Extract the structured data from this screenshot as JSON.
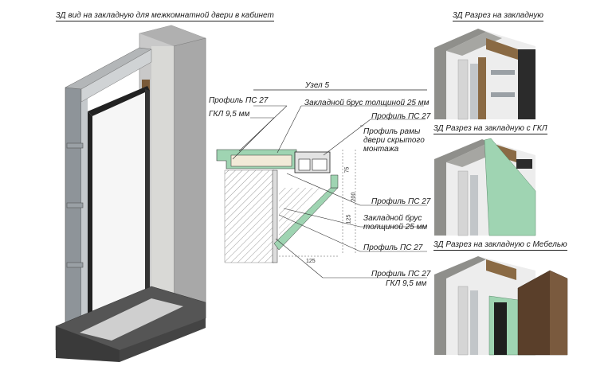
{
  "titles": {
    "view3d": "3Д вид на закладную для межкомнатной двери в кабинет",
    "node": "Узел 5",
    "section1": "3Д Разрез на закладную",
    "section2": "3Д Разрез на закладную с ГКЛ",
    "section3": "3Д Разрез на закладную с Мебелью"
  },
  "labels": {
    "profile_ps27_top": "Профиль ПС 27",
    "gkl_top": "ГКЛ 9,5 мм",
    "beam_top": "Закладной брус толщиной 25 мм",
    "profile_ps27_right": "Профиль ПС 27",
    "frame_line1": "Профиль рамы",
    "frame_line2": "двери скрытого",
    "frame_line3": "монтажа",
    "profile_ps27_mid": "Профиль ПС 27",
    "beam_mid_line1": "Закладной брус",
    "beam_mid_line2": "толщиной 25 мм",
    "profile_ps27_low": "Профиль ПС 27",
    "profile_ps27_bottom": "Профиль ПС 27",
    "gkl_bottom": "ГКЛ 9,5 мм"
  },
  "dimensions": {
    "d75": "75",
    "d200": "200",
    "d125v": "125",
    "d125h": "125"
  },
  "colors": {
    "gkl": "#9fd4b2",
    "wood": "#8a6a44",
    "concrete": "#9a9a96",
    "frame": "#2b2b2b",
    "metal": "#b9bcc0"
  }
}
